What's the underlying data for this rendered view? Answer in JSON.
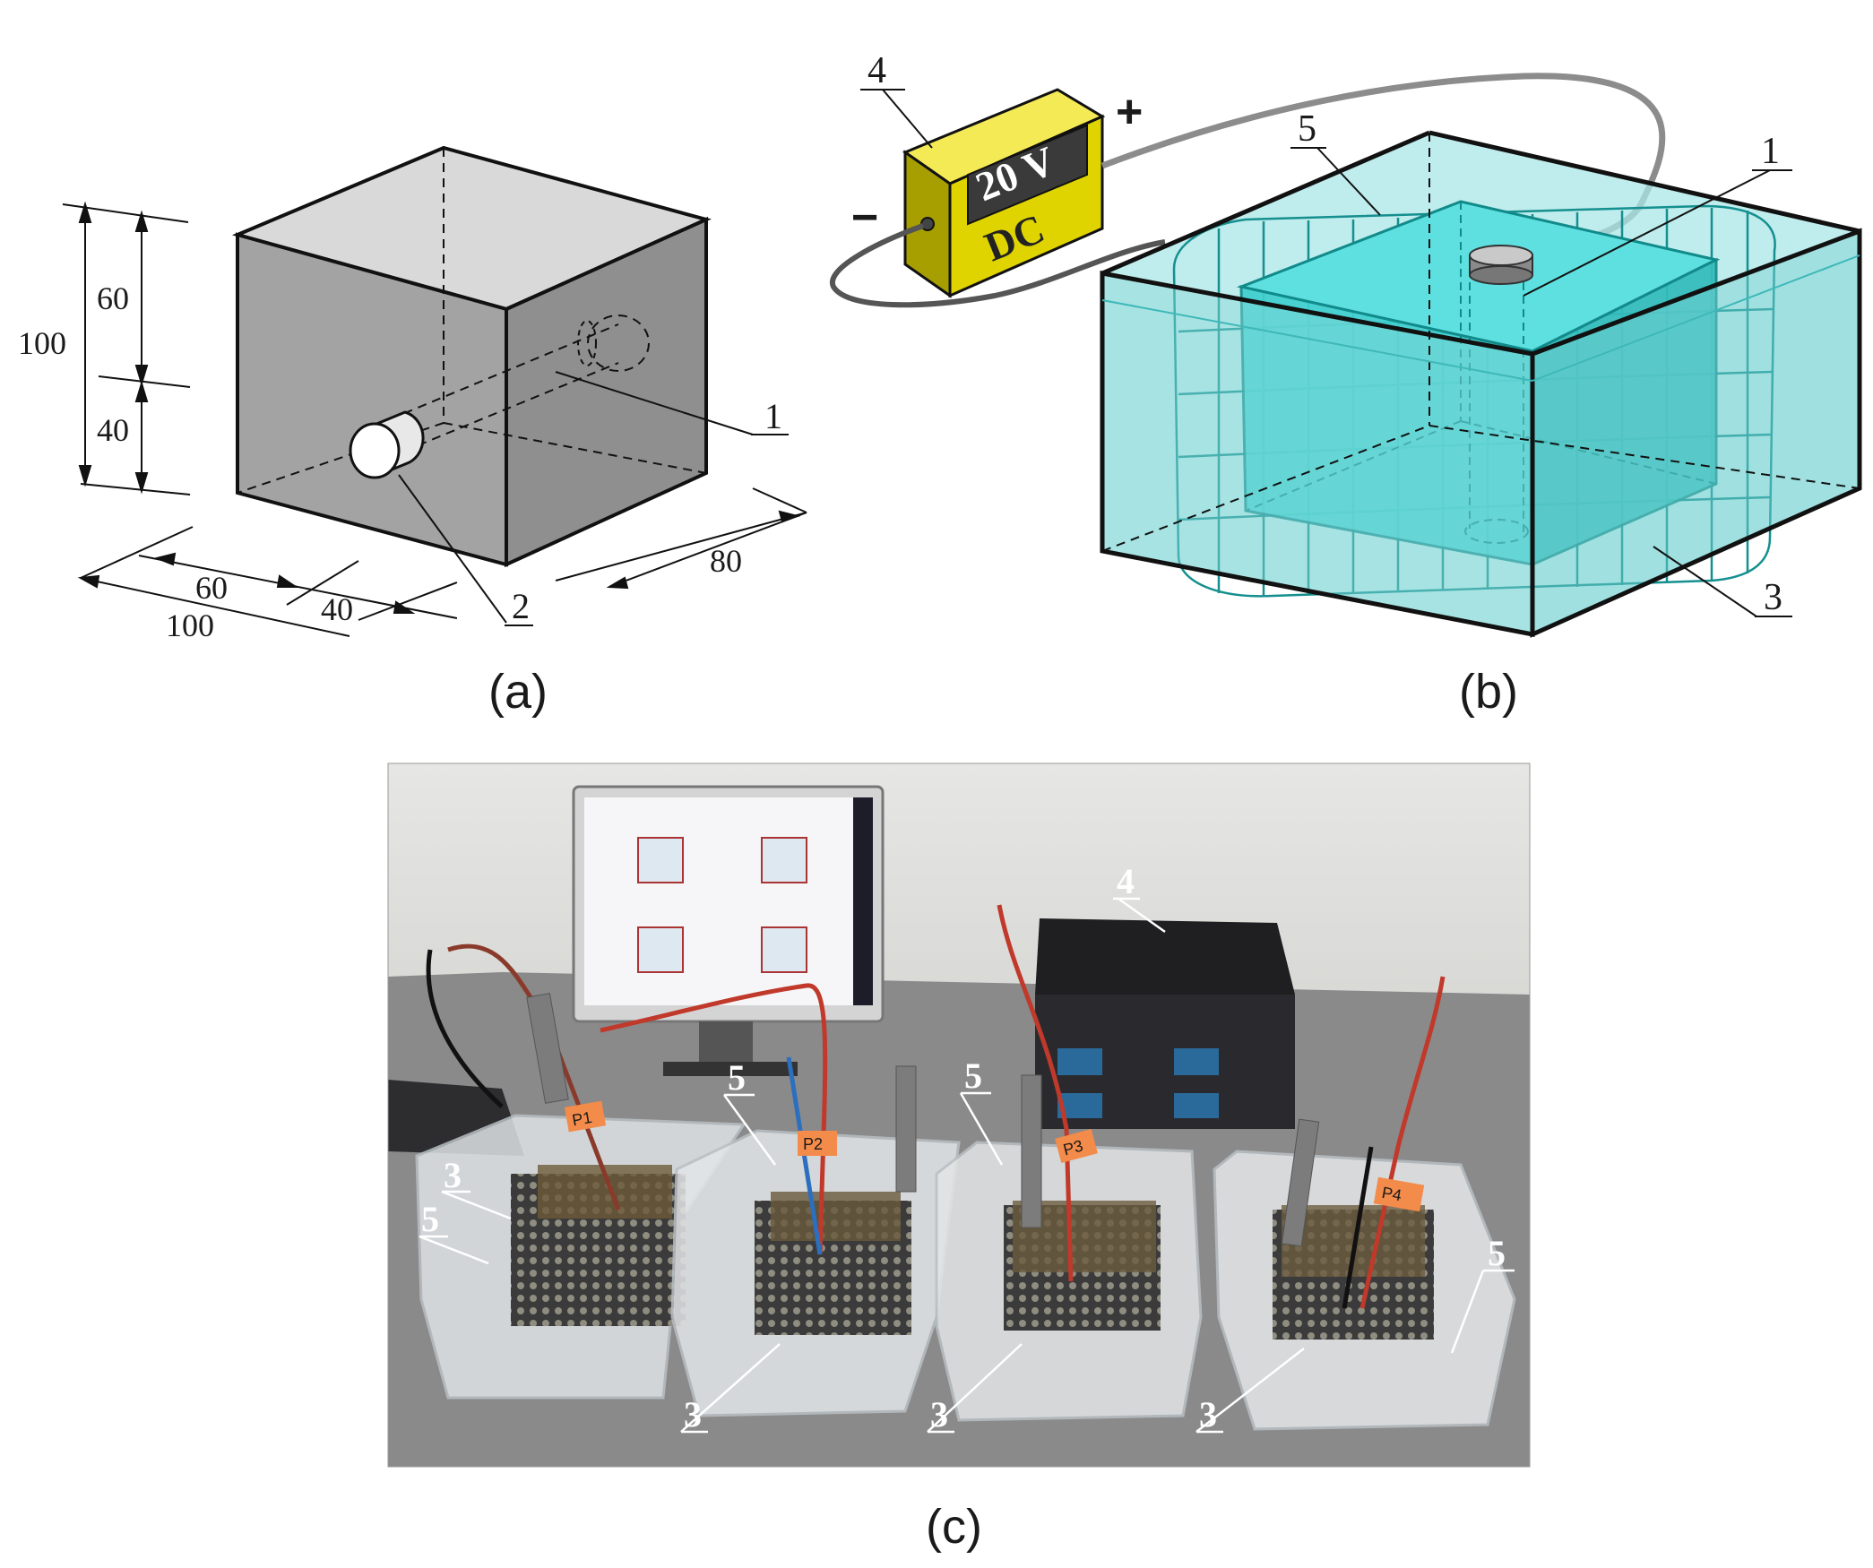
{
  "panel_a": {
    "caption": "(a)",
    "dims": {
      "height_total": "100",
      "height_upper": "60",
      "height_lower": "40",
      "width_left": "60",
      "width_right": "40",
      "width_total": "100",
      "depth": "80"
    },
    "labels": {
      "block": "1",
      "hole": "2"
    }
  },
  "panel_b": {
    "caption": "(b)",
    "supply": {
      "voltage": "20 V",
      "type": "DC",
      "plus": "+",
      "minus": "−"
    },
    "labels": {
      "supply": "4",
      "tank": "5",
      "block": "1",
      "mesh": "3"
    }
  },
  "panel_c": {
    "caption": "(c)",
    "labels": {
      "supply": "4",
      "tank1": "5",
      "tank2": "5",
      "tank3": "5",
      "tank4": "5",
      "mesh1": "3",
      "mesh2": "3",
      "mesh3": "3",
      "mesh4": "3"
    },
    "tags": [
      "P1",
      "P2",
      "P3",
      "P4"
    ]
  },
  "colors": {
    "block_gray": "#9e9e9e",
    "water": "#7fd6d6",
    "cube_cyan": "#4fd3d3",
    "supply_yellow": "#e0d400"
  }
}
